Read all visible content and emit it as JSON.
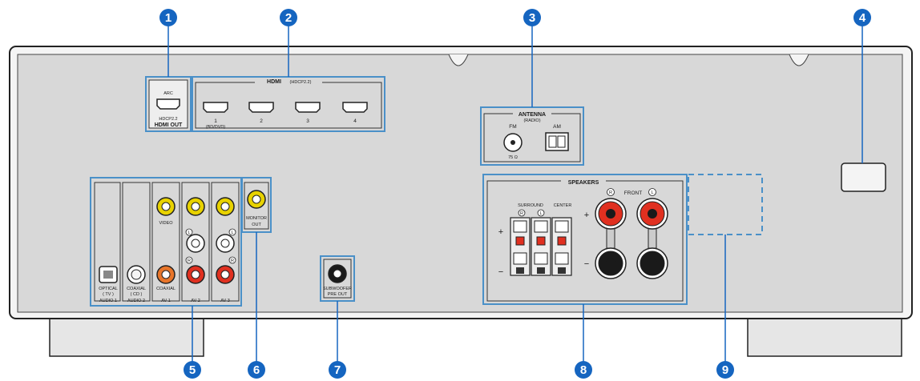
{
  "callouts": [
    "1",
    "2",
    "3",
    "4",
    "5",
    "6",
    "7",
    "8",
    "9"
  ],
  "hdmi_out": {
    "arc": "ARC",
    "hdcp": "HDCP2.2",
    "label": "HDMI OUT"
  },
  "hdmi_in": {
    "header": "HDMI",
    "header_sub": "(HDCP2.2)",
    "ports": [
      "1",
      "2",
      "3",
      "4"
    ],
    "port1_sub": "(BD/DVD)"
  },
  "antenna": {
    "header": "ANTENNA",
    "sub": "(RADIO)",
    "fm": "FM",
    "am": "AM",
    "fm_ohm": "75 Ω"
  },
  "inputs": {
    "optical": "OPTICAL",
    "tv": "( TV )",
    "audio1": "AUDIO 1",
    "coaxial_cd": "COAXIAL",
    "cd": "( CD )",
    "audio2": "AUDIO 2",
    "video": "VIDEO",
    "coaxial": "COAXIAL",
    "av1": "AV 1",
    "av2": "AV 2",
    "av3": "AV 3",
    "L": "L",
    "R": "R"
  },
  "monitor_out": {
    "line1": "MONITOR",
    "line2": "OUT"
  },
  "subwoofer": {
    "line1": "SUBWOOFER",
    "line2": "PRE OUT"
  },
  "speakers": {
    "header": "SPEAKERS",
    "surround": "SURROUND",
    "center": "CENTER",
    "front": "FRONT",
    "R": "R",
    "L": "L",
    "plus": "+",
    "minus": "−"
  },
  "colors": {
    "callout": "#1565c0",
    "highlight": "#4a90c8",
    "panel": "#dcdcdc",
    "red": "#e03020",
    "yellow": "#e8d200"
  }
}
